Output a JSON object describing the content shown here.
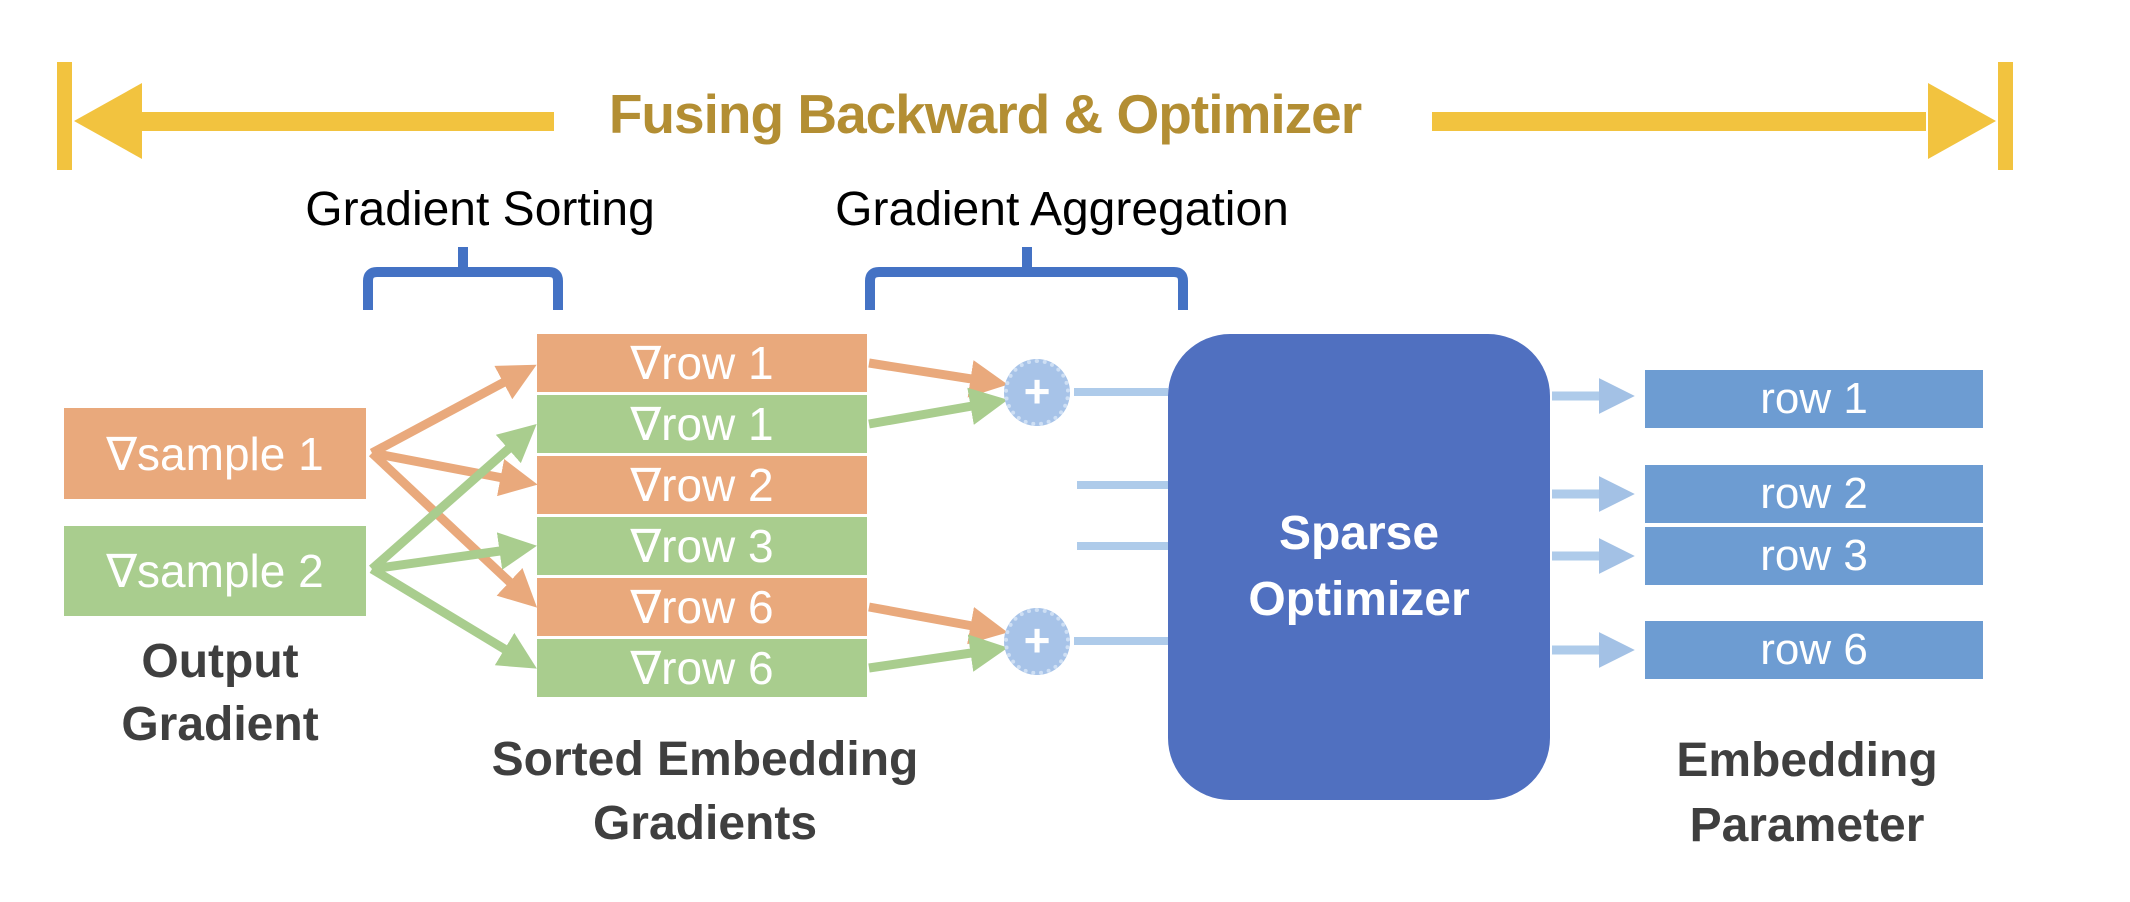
{
  "banner": {
    "title": "Fusing Backward & Optimizer"
  },
  "annotations": {
    "sorting_label": "Gradient Sorting",
    "aggregation_label": "Gradient Aggregation"
  },
  "output_gradient": {
    "caption_line1": "Output",
    "caption_line2": "Gradient",
    "boxes": [
      {
        "label": "∇sample 1",
        "color": "orange"
      },
      {
        "label": "∇sample 2",
        "color": "green"
      }
    ]
  },
  "sorted_gradients": {
    "caption_line1": "Sorted Embedding",
    "caption_line2": "Gradients",
    "rows": [
      {
        "label": "∇row 1",
        "color": "orange"
      },
      {
        "label": "∇row 1",
        "color": "green"
      },
      {
        "label": "∇row 2",
        "color": "orange"
      },
      {
        "label": "∇row 3",
        "color": "green"
      },
      {
        "label": "∇row 6",
        "color": "orange"
      },
      {
        "label": "∇row 6",
        "color": "green"
      }
    ]
  },
  "aggregation": {
    "plus_symbol": "+"
  },
  "optimizer": {
    "line1": "Sparse",
    "line2": "Optimizer"
  },
  "embedding_parameter": {
    "caption_line1": "Embedding",
    "caption_line2": "Parameter",
    "rows": [
      {
        "label": "row 1"
      },
      {
        "label": "row 2"
      },
      {
        "label": "row 3"
      },
      {
        "label": "row 6"
      }
    ]
  },
  "colors": {
    "banner_yellow": "#F2C33F",
    "title_gold": "#B38E33",
    "gradient_orange": "#E9A97C",
    "gradient_green": "#A9CD8E",
    "brace_blue": "#4472C4",
    "optimizer_blue": "#5070C0",
    "parameter_blue": "#6D9CD2",
    "flow_line_blue": "#AECBEA",
    "caption_dark": "#3F3F3F"
  }
}
